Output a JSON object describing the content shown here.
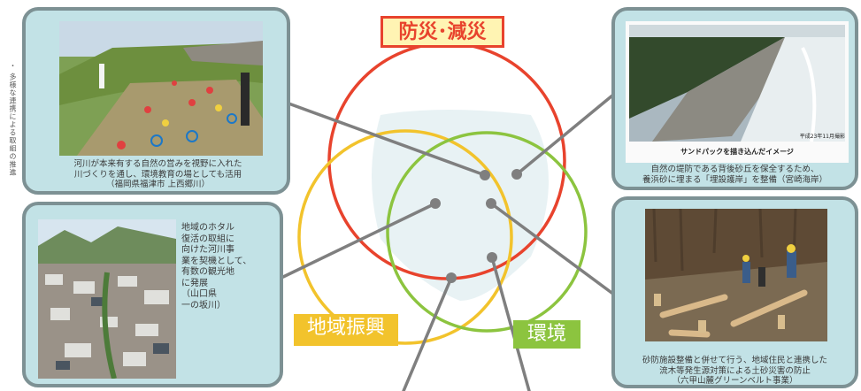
{
  "labels": {
    "disaster": "防災･減災",
    "region": "地域振興",
    "environment": "環境"
  },
  "side_note": "・ 多様な連携による取組の推進",
  "cards": {
    "top_left": "河川が本来有する自然の営みを視野に入れた\n川づくりを通し、環境教育の場としても活用\n（福岡県福津市 上西郷川）",
    "mid_left": "地域のホタル\n復活の取組に\n向けた河川事\n業を契機として、\n有数の観光地\nに発展\n（山口県\n一の坂川）",
    "top_right": "自然の堤防である背後砂丘を保全するため、\n養浜砂に埋まる「埋設護岸」を整備（宮崎海岸）",
    "top_right_photo_caption": "サンドパックを描き込んだイメージ",
    "top_right_photo_stamp": "平成23年11月撮影",
    "bottom_right": "砂防施設整備と併せて行う、地域住民と連携した\n流木等発生源対策による土砂災害の防止\n（六甲山麓グリーンベルト事業）"
  },
  "colors": {
    "card_bg": "#c2e2e6",
    "card_border": "#7d9194",
    "circle_red": "#e8432d",
    "circle_yellow": "#f2c32c",
    "circle_green": "#8cc43f",
    "connector": "#7f7f7f"
  }
}
